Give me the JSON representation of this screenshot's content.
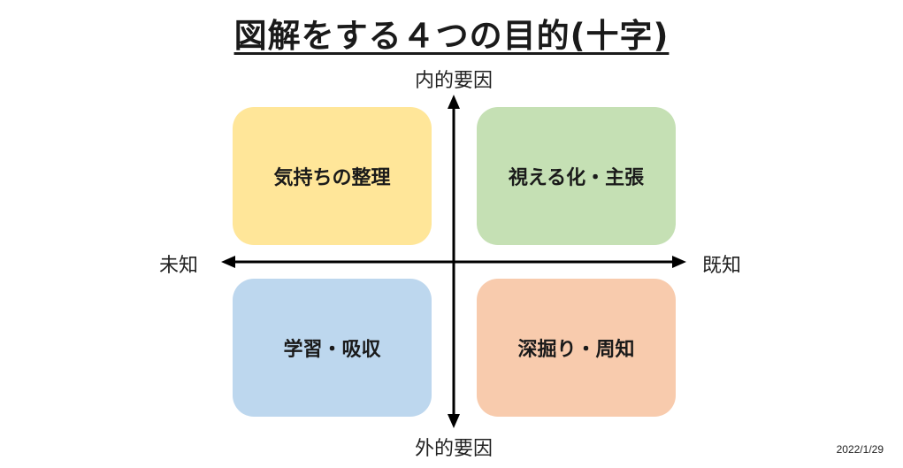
{
  "title": "図解をする４つの目的(十字)",
  "axes": {
    "top": "内的要因",
    "bottom": "外的要因",
    "left": "未知",
    "right": "既知"
  },
  "quadrants": [
    {
      "id": "top-left",
      "label": "気持ちの整理",
      "color": "#FFE699"
    },
    {
      "id": "top-right",
      "label": "視える化・主張",
      "color": "#C5E0B4"
    },
    {
      "id": "bottom-left",
      "label": "学習・吸収",
      "color": "#BDD7EE"
    },
    {
      "id": "bottom-right",
      "label": "深掘り・周知",
      "color": "#F8CBAD"
    }
  ],
  "date": "2022/1/29"
}
